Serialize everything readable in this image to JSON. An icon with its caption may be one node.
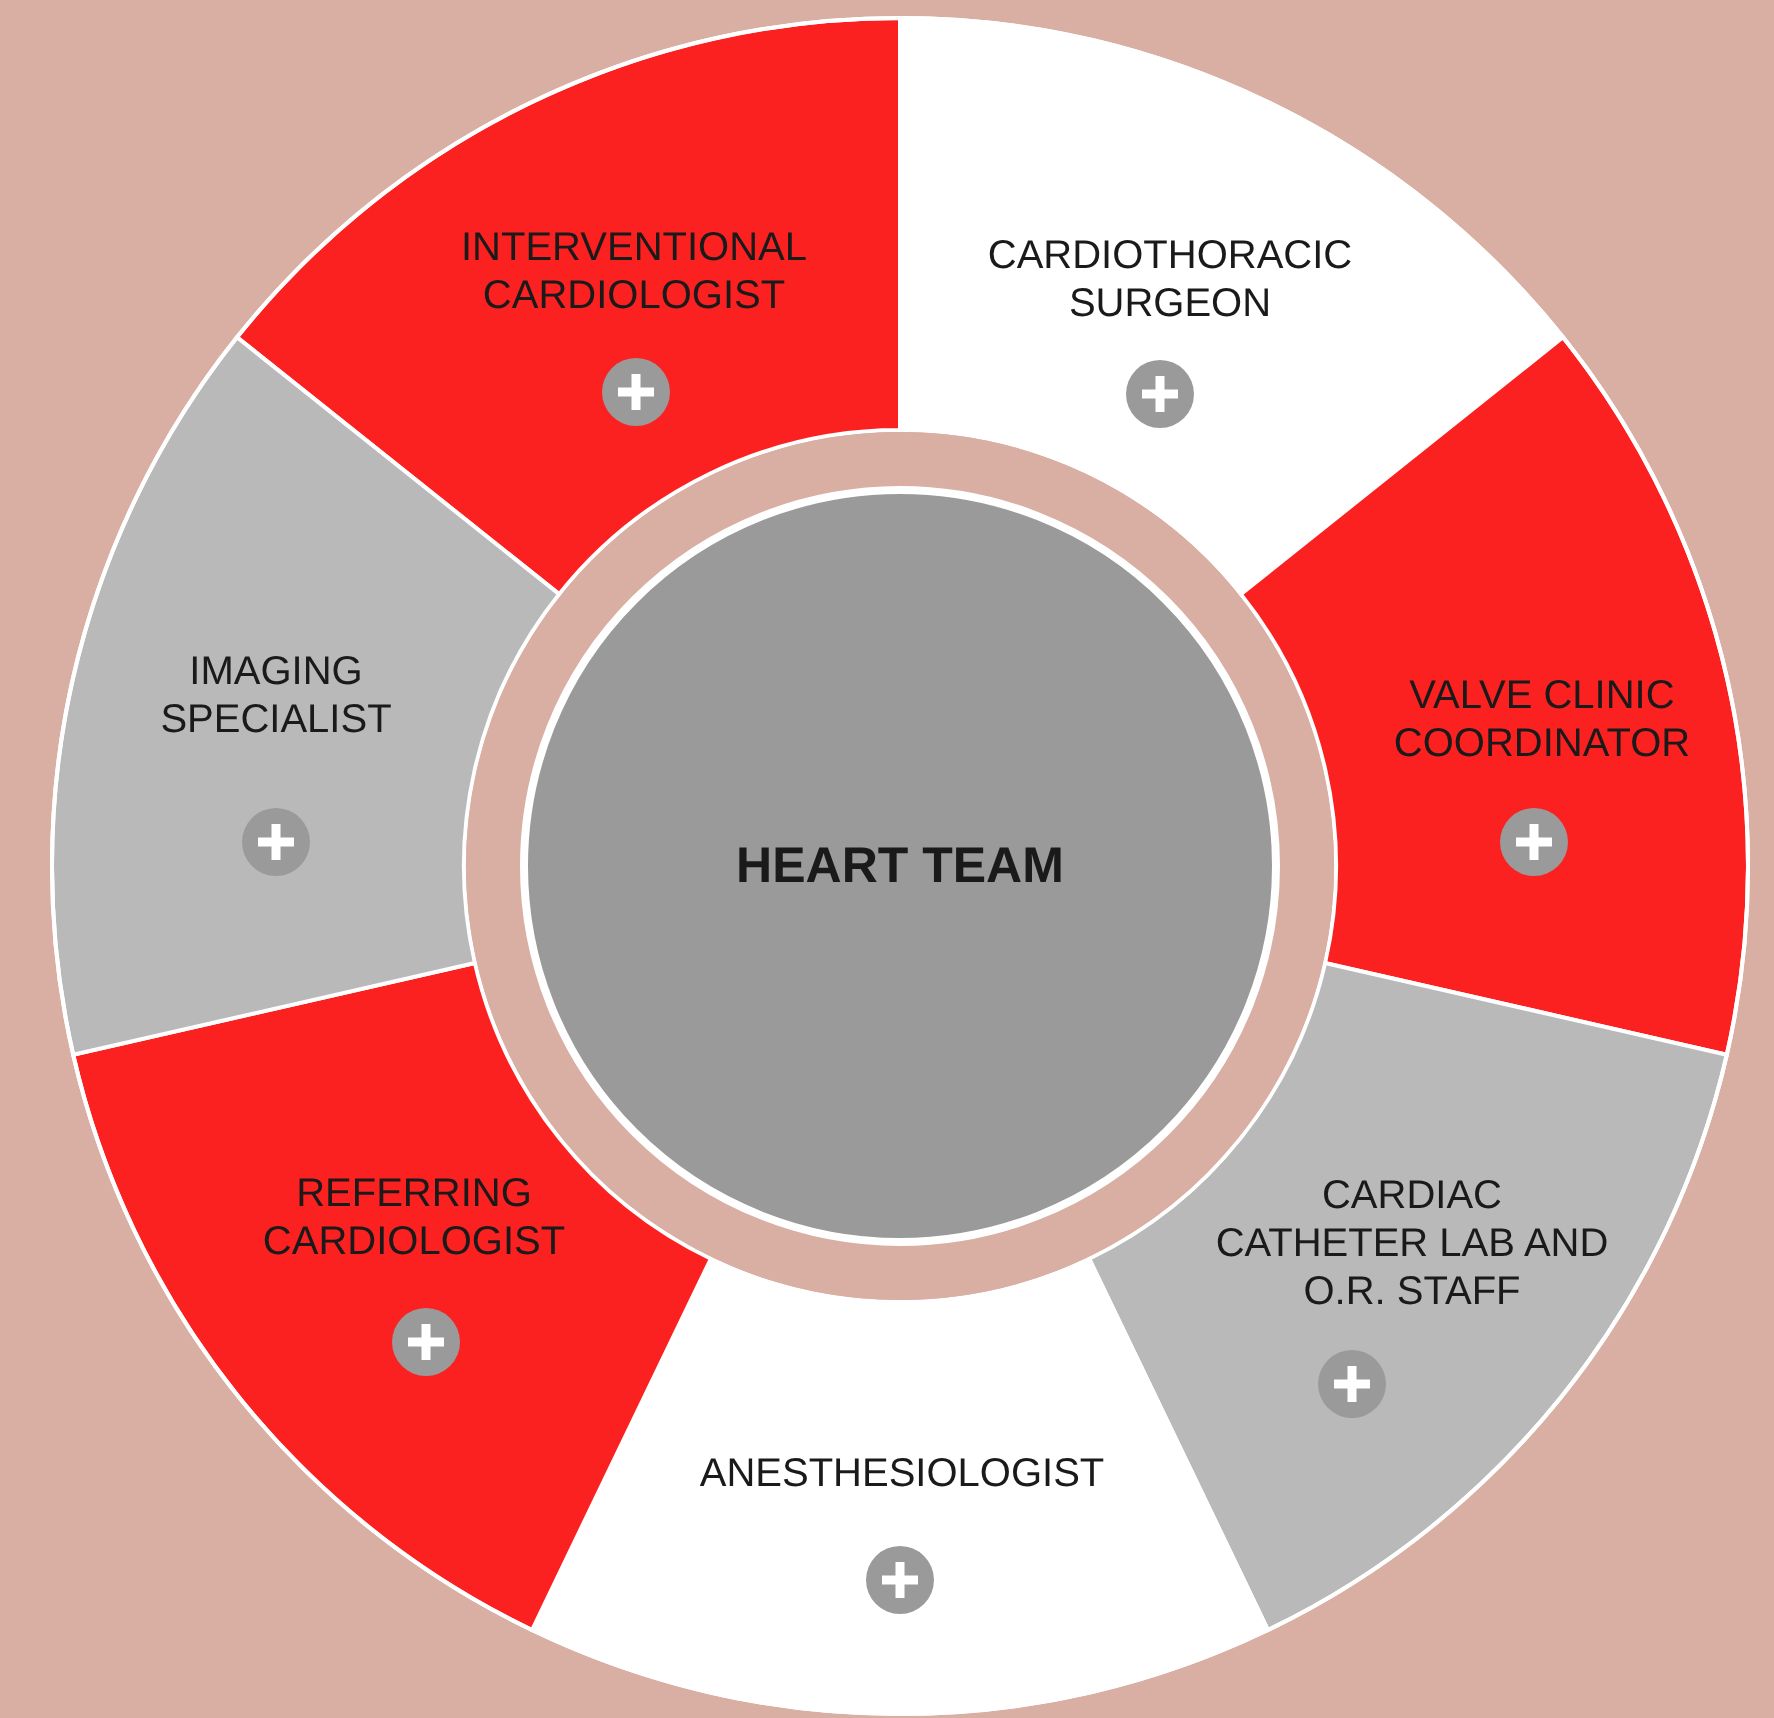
{
  "diagram": {
    "nodes": [
      {
        "text": [
          "INTERVENTIONAL CARDIOLOGIST"
        ]
      },
      {
        "text": [
          "CARDIOTHORACIC SURGEON"
        ]
      },
      {
        "text": [
          "VALVE CLINIC COORDINATOR"
        ]
      },
      {
        "text": [
          "CARDIAC CATHETER LAB AND O.R. STAFF"
        ]
      },
      {
        "text": [
          "ANESTHESIOLOGIST"
        ]
      },
      {
        "text": [
          "REFERRING CARDIOLOGIST"
        ]
      },
      {
        "text": [
          "IMAGING SPECIALIST"
        ]
      },
      {
        "text": [
          "HEART TEAM"
        ]
      }
    ]
  }
}
